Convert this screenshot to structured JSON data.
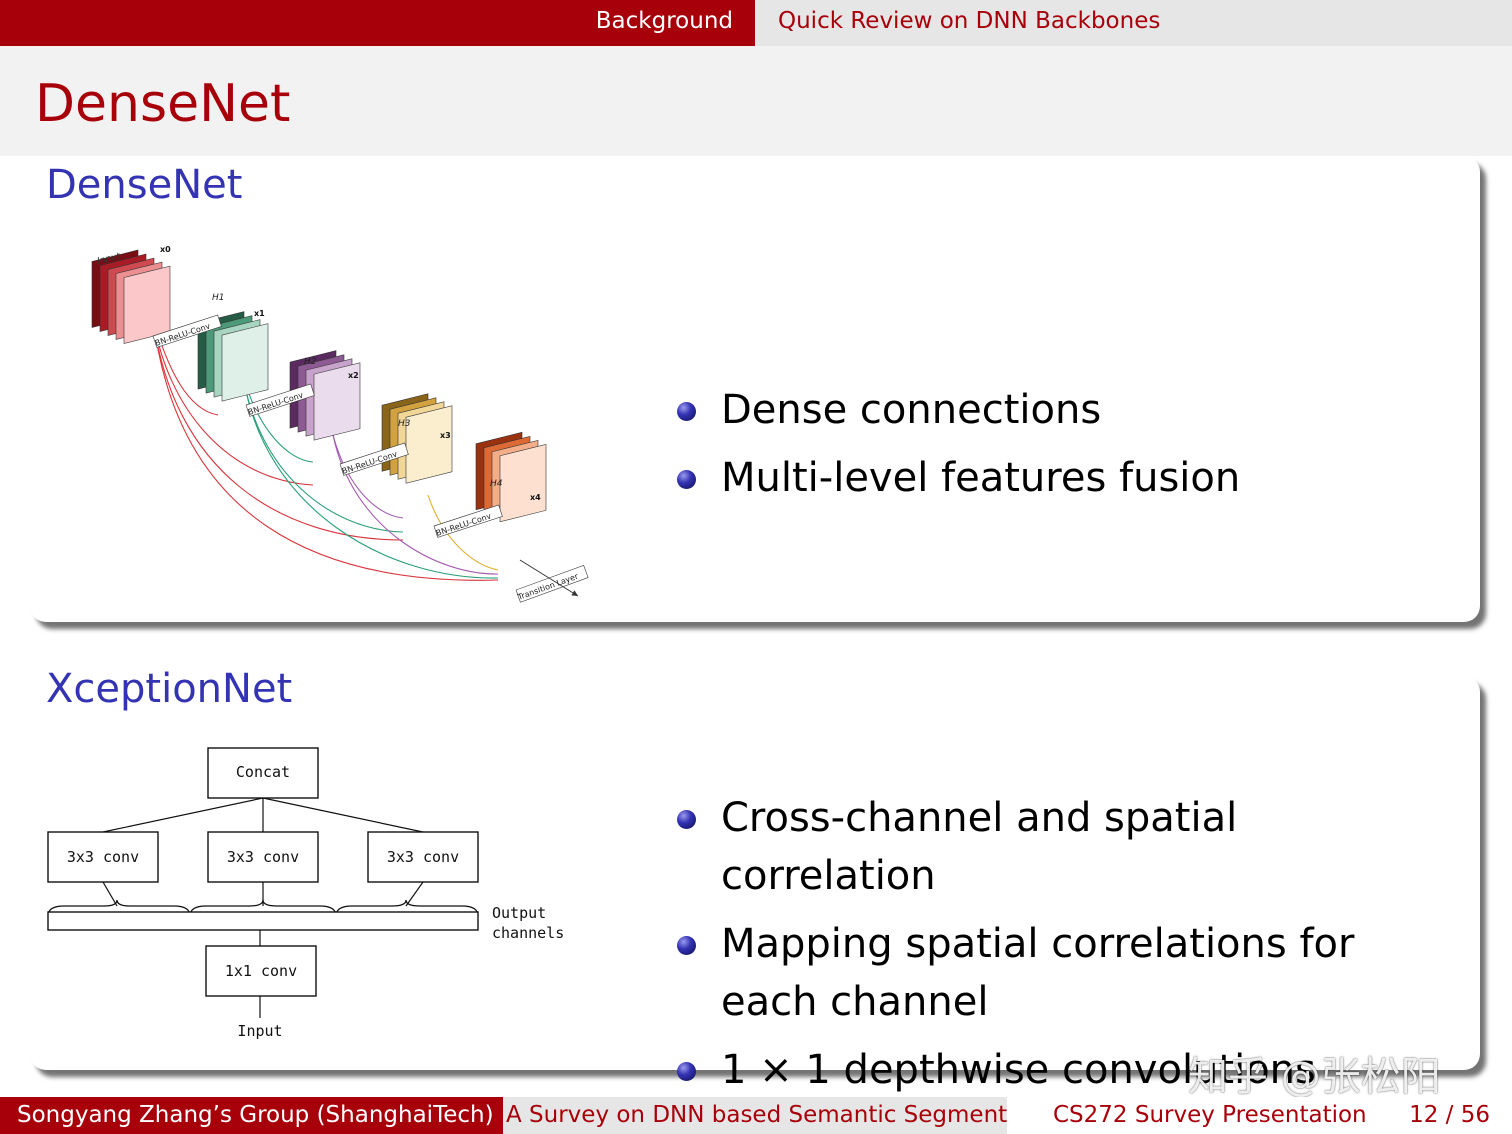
{
  "header": {
    "section": "Background",
    "subsection": "Quick Review on DNN Backbones"
  },
  "slide": {
    "title": "DenseNet"
  },
  "blocks": [
    {
      "title": "DenseNet",
      "items": [
        "Dense connections",
        "Multi-level features fusion"
      ]
    },
    {
      "title": "XceptionNet",
      "items": [
        "Cross-channel and spatial correlation",
        "Mapping spatial correlations for each channel",
        "1 × 1 depthwise convolutions"
      ]
    }
  ],
  "densenet_figure": {
    "input_label": "Input",
    "layer_label": "BN-ReLU-Conv",
    "transition_label": "Transition Layer",
    "x_labels": [
      "x0",
      "x1",
      "x2",
      "x3",
      "x4"
    ],
    "h_labels": [
      "H1",
      "H2",
      "H3",
      "H4"
    ],
    "colors": {
      "input": "#c8242c",
      "stage1": "#3f8f6e",
      "stage2": "#8e5a93",
      "stage3": "#c99a3a",
      "stage4": "#d9602e"
    }
  },
  "xception_figure": {
    "concat": "Concat",
    "branch_convs": [
      "3x3 conv",
      "3x3 conv",
      "3x3 conv"
    ],
    "output_label_line1": "Output",
    "output_label_line2": "channels",
    "pointwise": "1x1 conv",
    "input": "Input"
  },
  "footer": {
    "author": "Songyang Zhang’s Group  (ShanghaiTech)",
    "title": "A Survey on DNN based Semantic Segmentation",
    "event": "CS272 Survey Presentation",
    "page": "12 / 56"
  },
  "watermark": "知乎 @张松阳"
}
